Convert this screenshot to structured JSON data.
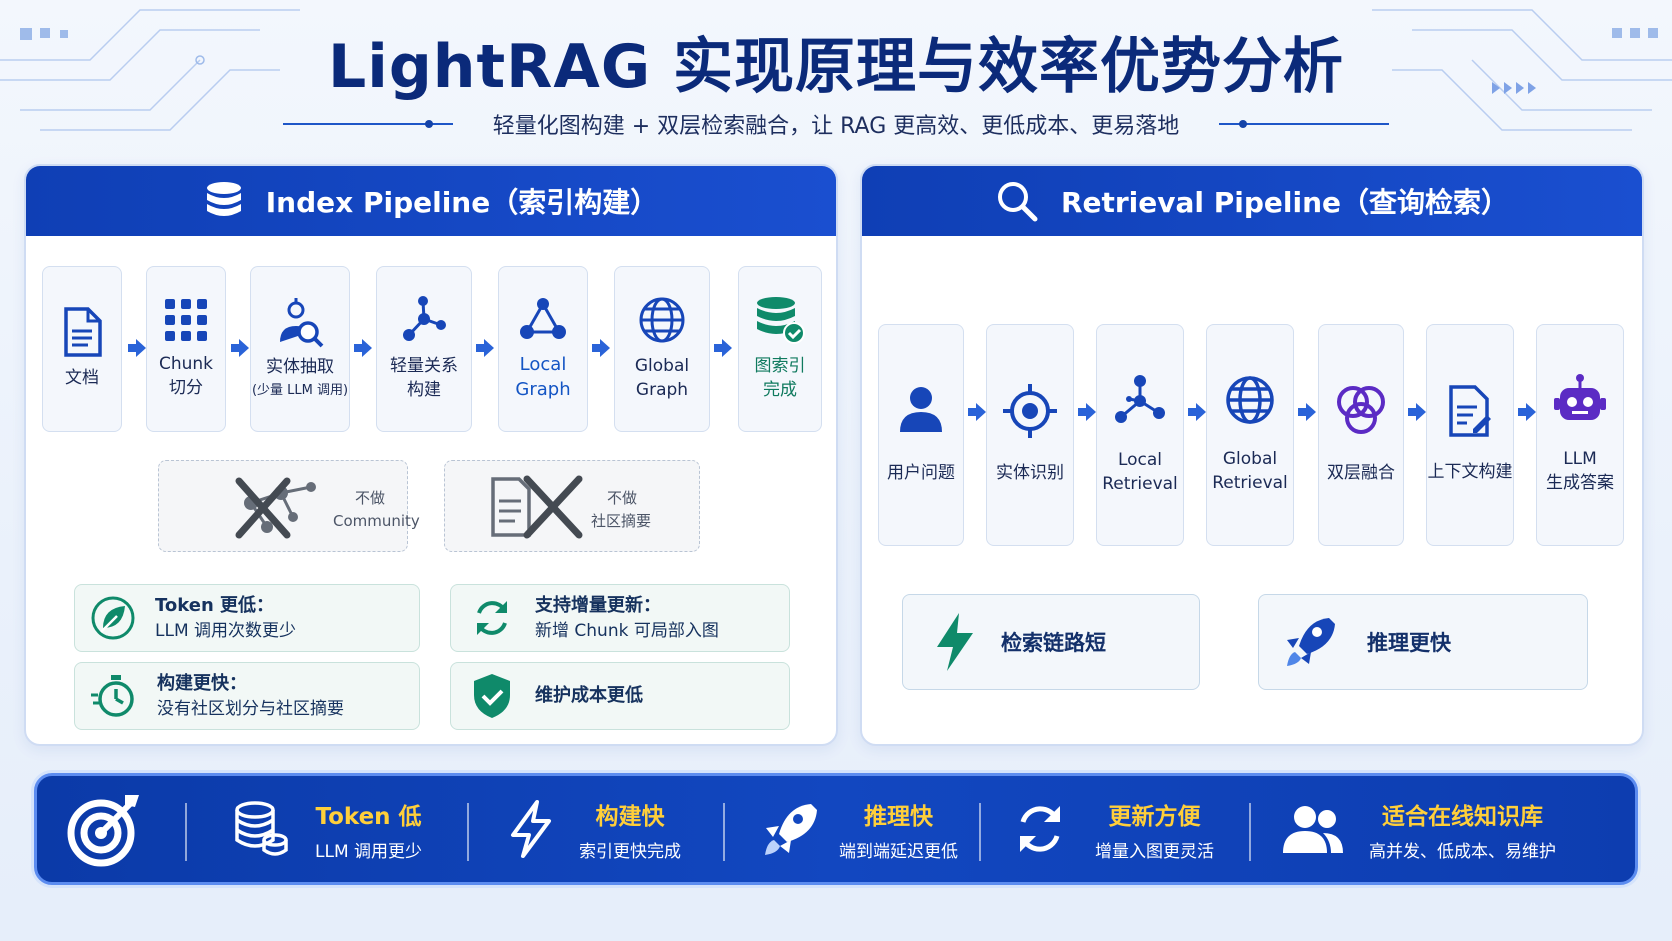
{
  "title": "LightRAG 实现原理与效率优势分析",
  "subtitle": "轻量化图构建 + 双层检索融合，让 RAG 更高效、更低成本、更易落地",
  "index_panel": {
    "title": "Index Pipeline（索引构建）",
    "steps": [
      {
        "icon": "document-icon",
        "label": "文档"
      },
      {
        "icon": "chunk-grid-icon",
        "label": "Chunk\n切分"
      },
      {
        "icon": "entity-extract-icon",
        "label": "实体抽取",
        "note": "(少量 LLM 调用)"
      },
      {
        "icon": "relation-graph-icon",
        "label": "轻量关系\n构建"
      },
      {
        "icon": "local-graph-icon",
        "label": "Local\nGraph"
      },
      {
        "icon": "globe-icon",
        "label": "Global\nGraph"
      },
      {
        "icon": "database-check-icon",
        "label": "图索引\n完成"
      }
    ],
    "not_done": [
      {
        "line1": "不做",
        "line2": "Community"
      },
      {
        "line1": "不做",
        "line2": "社区摘要"
      }
    ],
    "features": [
      {
        "icon": "leaf-icon",
        "title": "Token 更低：",
        "desc": "LLM 调用次数更少"
      },
      {
        "icon": "refresh-icon",
        "title": "支持增量更新：",
        "desc": "新增 Chunk 可局部入图"
      },
      {
        "icon": "stopwatch-icon",
        "title": "构建更快：",
        "desc": "没有社区划分与社区摘要"
      },
      {
        "icon": "shield-check-icon",
        "title": "维护成本更低",
        "desc": ""
      }
    ]
  },
  "retrieval_panel": {
    "title": "Retrieval Pipeline（查询检索）",
    "steps": [
      {
        "icon": "user-icon",
        "label": "用户问题"
      },
      {
        "icon": "target-icon",
        "label": "实体识别"
      },
      {
        "icon": "local-graph-icon",
        "label": "Local\nRetrieval"
      },
      {
        "icon": "globe-icon",
        "label": "Global\nRetrieval"
      },
      {
        "icon": "venn-icon",
        "label": "双层融合"
      },
      {
        "icon": "document-edit-icon",
        "label": "上下文构建"
      },
      {
        "icon": "robot-icon",
        "label": "LLM\n生成答案"
      }
    ],
    "features": [
      {
        "icon": "lightning-icon",
        "label": "检索链路短"
      },
      {
        "icon": "rocket-icon",
        "label": "推理更快"
      }
    ]
  },
  "bottom_bar": [
    {
      "icon": "database-stack-icon",
      "title": "Token 低",
      "desc": "LLM 调用更少"
    },
    {
      "icon": "lightning-outline-icon",
      "title": "构建快",
      "desc": "索引更快完成"
    },
    {
      "icon": "rocket-icon",
      "title": "推理快",
      "desc": "端到端延迟更低"
    },
    {
      "icon": "refresh-icon",
      "title": "更新方便",
      "desc": "增量入图更灵活"
    },
    {
      "icon": "users-icon",
      "title": "适合在线知识库",
      "desc": "高并发、低成本、易维护"
    }
  ],
  "colors": {
    "primary": "#0f3fb5",
    "accent_yellow": "#ffcf3a",
    "green": "#0f8a6a"
  }
}
